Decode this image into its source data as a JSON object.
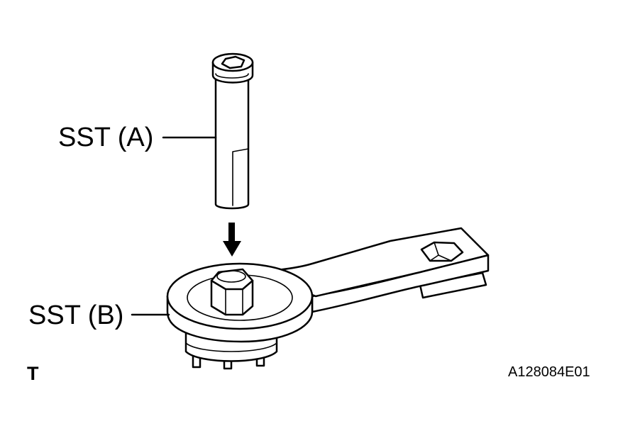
{
  "labels": {
    "sst_a": "SST (A)",
    "sst_b": "SST (B)",
    "corner_mark": "T",
    "figure_code": "A128084E01"
  },
  "colors": {
    "line": "#000000",
    "background": "#ffffff"
  }
}
